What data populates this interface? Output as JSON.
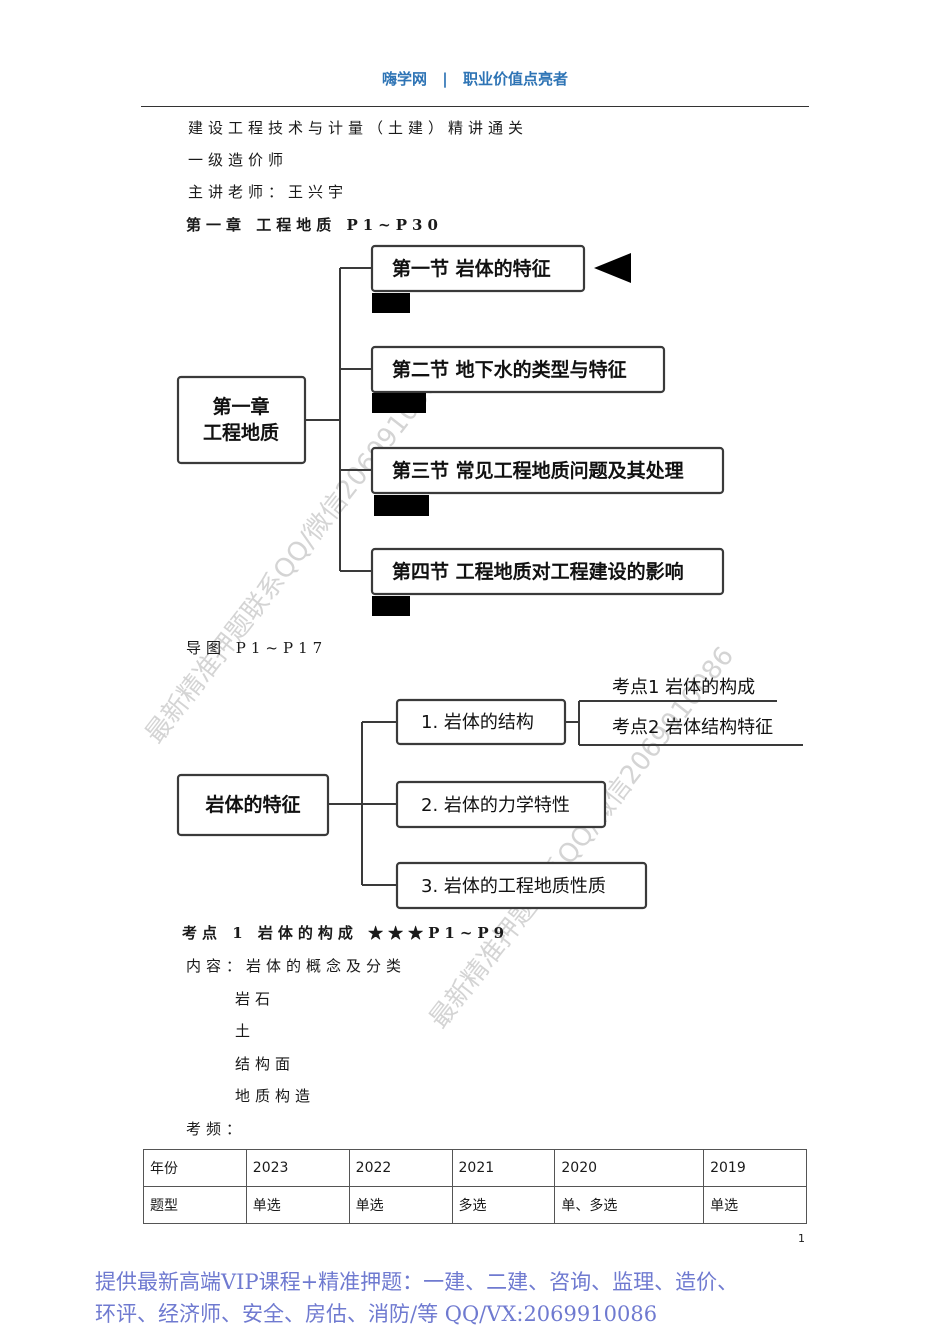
{
  "header": {
    "site": "嗨学网",
    "sep": "|",
    "slogan": "职业价值点亮者"
  },
  "course": {
    "title": "建设工程技术与计量（土建）精讲通关",
    "level": "一级造价师",
    "teacher": "主讲老师：王兴宇",
    "chapter": "第一章 工程地质 P1~P30"
  },
  "map1": {
    "root": "第一章\n工程地质",
    "root_line1": "第一章",
    "root_line2": "工程地质",
    "sections": [
      "第一节 岩体的特征",
      "第二节 地下水的类型与特征",
      "第三节 常见工程地质问题及其处理",
      "第四节 工程地质对工程建设的影响"
    ]
  },
  "map2_caption": "导图 P1~P17",
  "map2": {
    "root": "岩体的特征",
    "branches": [
      "1. 岩体的结构",
      "2. 岩体的力学特性",
      "3. 岩体的工程地质性质"
    ],
    "subs": [
      "考点1 岩体的构成",
      "考点2 岩体结构特征"
    ]
  },
  "point": {
    "title": "考点 1 岩体的构成 ★★★P1~P9",
    "content_label": "内容：岩体的概念及分类",
    "items": [
      "岩石",
      "土",
      "结构面",
      "地质构造"
    ],
    "freq_label": "考频："
  },
  "table": {
    "rows": [
      [
        "年份",
        "2023",
        "2022",
        "2021",
        "2020",
        "2019"
      ],
      [
        "题型",
        "单选",
        "单选",
        "多选",
        "单、多选",
        "单选"
      ]
    ]
  },
  "page_number": "1",
  "watermark": "最新精准押题联系QQ/微信2069910086",
  "footer": {
    "line1": "提供最新高端VIP课程+精准押题：一建、二建、咨询、监理、造价、",
    "line2": "环评、经济师、安全、房估、消防/等  QQ/VX:2069910086"
  }
}
